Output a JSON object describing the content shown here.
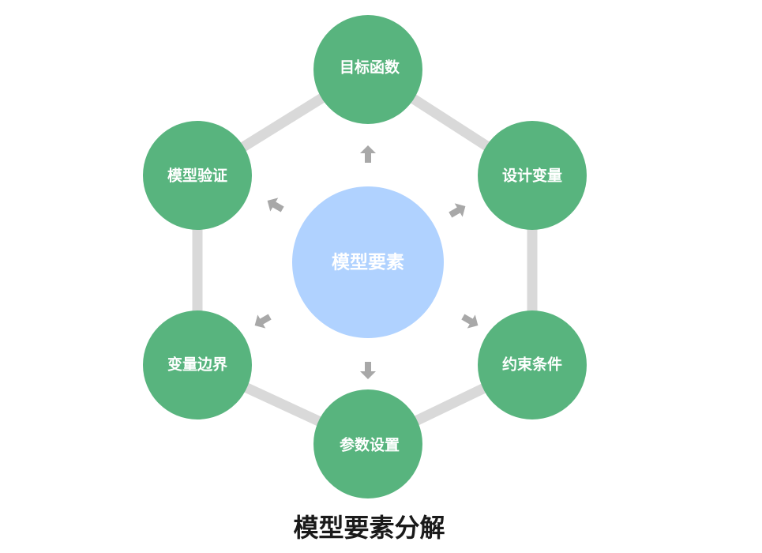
{
  "center": {
    "label": "模型要素"
  },
  "nodes": [
    {
      "id": "objective",
      "label": "目标函数"
    },
    {
      "id": "variables",
      "label": "设计变量"
    },
    {
      "id": "constraints",
      "label": "约束条件"
    },
    {
      "id": "parameters",
      "label": "参数设置"
    },
    {
      "id": "bounds",
      "label": "变量边界"
    },
    {
      "id": "validation",
      "label": "模型验证"
    }
  ],
  "caption": "模型要素分解",
  "colors": {
    "node": "#58b47e",
    "center": "#b0d2ff",
    "connector": "#d9d9d9",
    "arrow": "#a8a8a8",
    "caption": "#1a1a1a"
  }
}
